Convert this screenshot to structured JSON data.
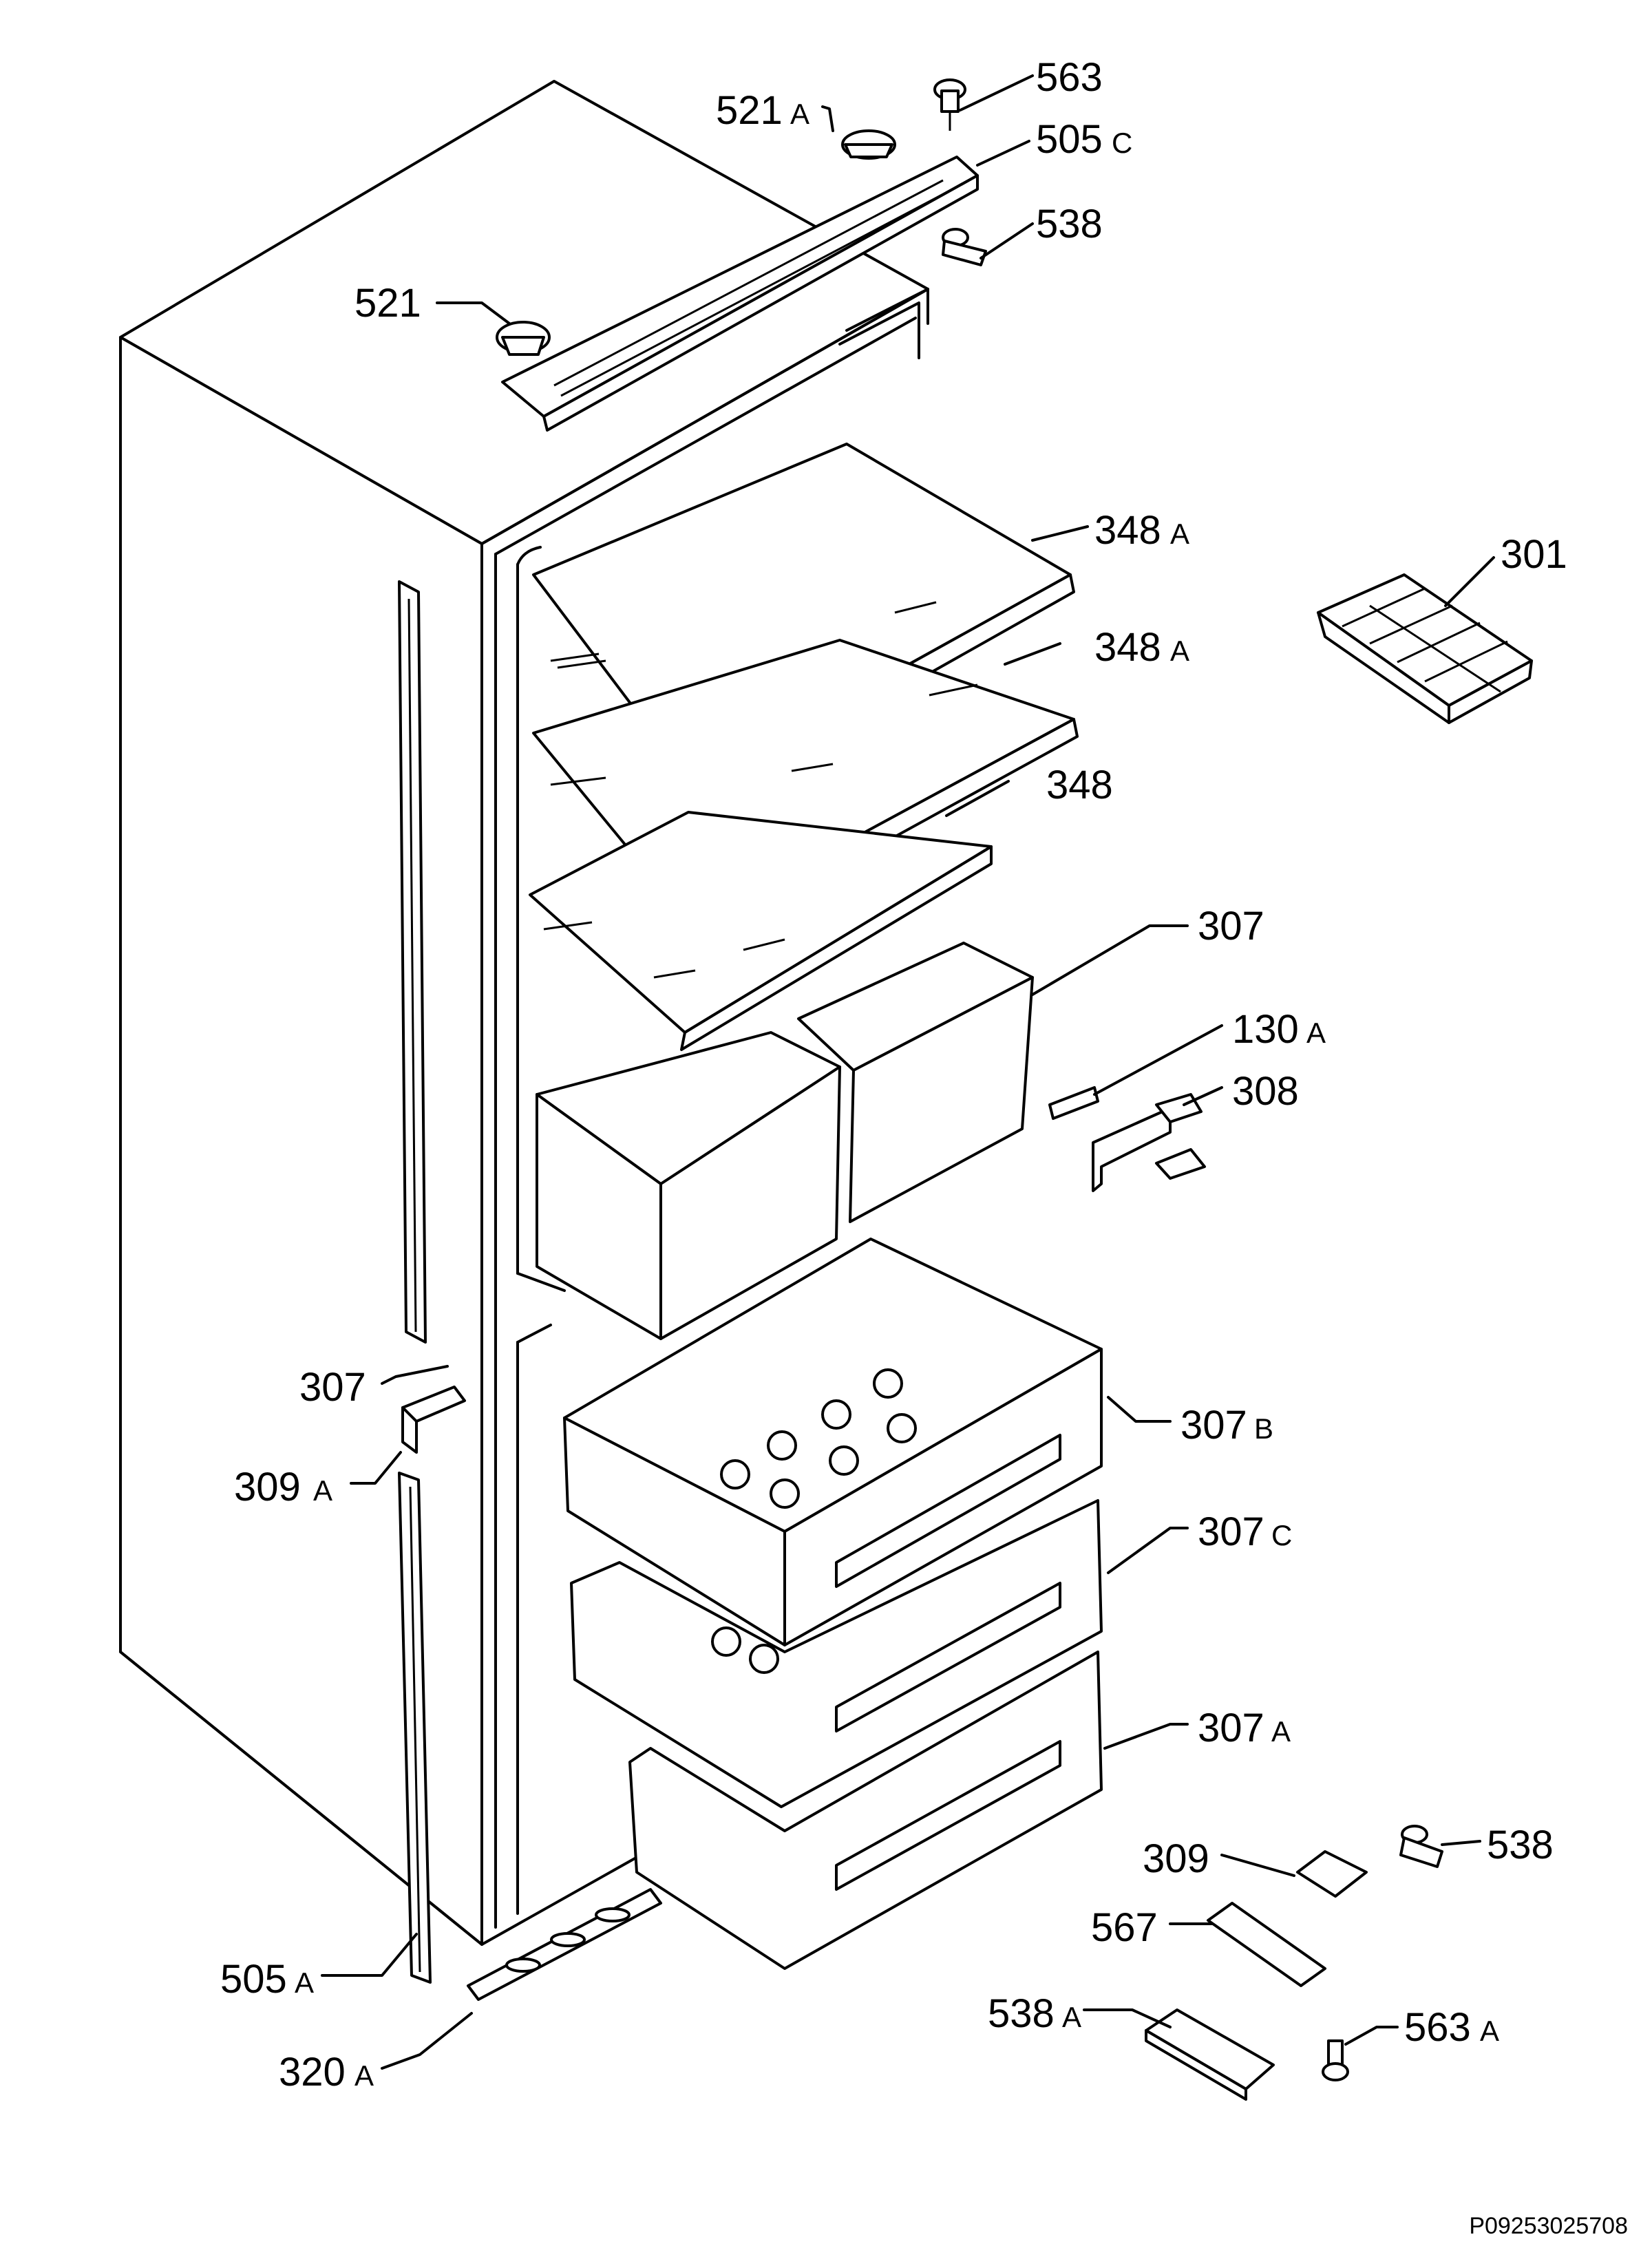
{
  "diagram": {
    "footer_code": "P09253025708",
    "labels": [
      {
        "id": "563",
        "num": "563",
        "suffix": ""
      },
      {
        "id": "521a",
        "num": "521",
        "suffix": "A"
      },
      {
        "id": "505c",
        "num": "505",
        "suffix": "C"
      },
      {
        "id": "538-top",
        "num": "538",
        "suffix": ""
      },
      {
        "id": "521",
        "num": "521",
        "suffix": ""
      },
      {
        "id": "348a-1",
        "num": "348",
        "suffix": "A"
      },
      {
        "id": "301",
        "num": "301",
        "suffix": ""
      },
      {
        "id": "348a-2",
        "num": "348",
        "suffix": "A"
      },
      {
        "id": "348",
        "num": "348",
        "suffix": ""
      },
      {
        "id": "307-top",
        "num": "307",
        "suffix": ""
      },
      {
        "id": "130a",
        "num": "130",
        "suffix": "A"
      },
      {
        "id": "308",
        "num": "308",
        "suffix": ""
      },
      {
        "id": "307-left",
        "num": "307",
        "suffix": ""
      },
      {
        "id": "307b",
        "num": "307",
        "suffix": "B"
      },
      {
        "id": "309a",
        "num": "309",
        "suffix": "A"
      },
      {
        "id": "307c",
        "num": "307",
        "suffix": "C"
      },
      {
        "id": "307a",
        "num": "307",
        "suffix": "A"
      },
      {
        "id": "538-bottom",
        "num": "538",
        "suffix": ""
      },
      {
        "id": "309",
        "num": "309",
        "suffix": ""
      },
      {
        "id": "567",
        "num": "567",
        "suffix": ""
      },
      {
        "id": "505a",
        "num": "505",
        "suffix": "A"
      },
      {
        "id": "538a",
        "num": "538",
        "suffix": "A"
      },
      {
        "id": "563a",
        "num": "563",
        "suffix": "A"
      },
      {
        "id": "320a",
        "num": "320",
        "suffix": "A"
      }
    ]
  }
}
